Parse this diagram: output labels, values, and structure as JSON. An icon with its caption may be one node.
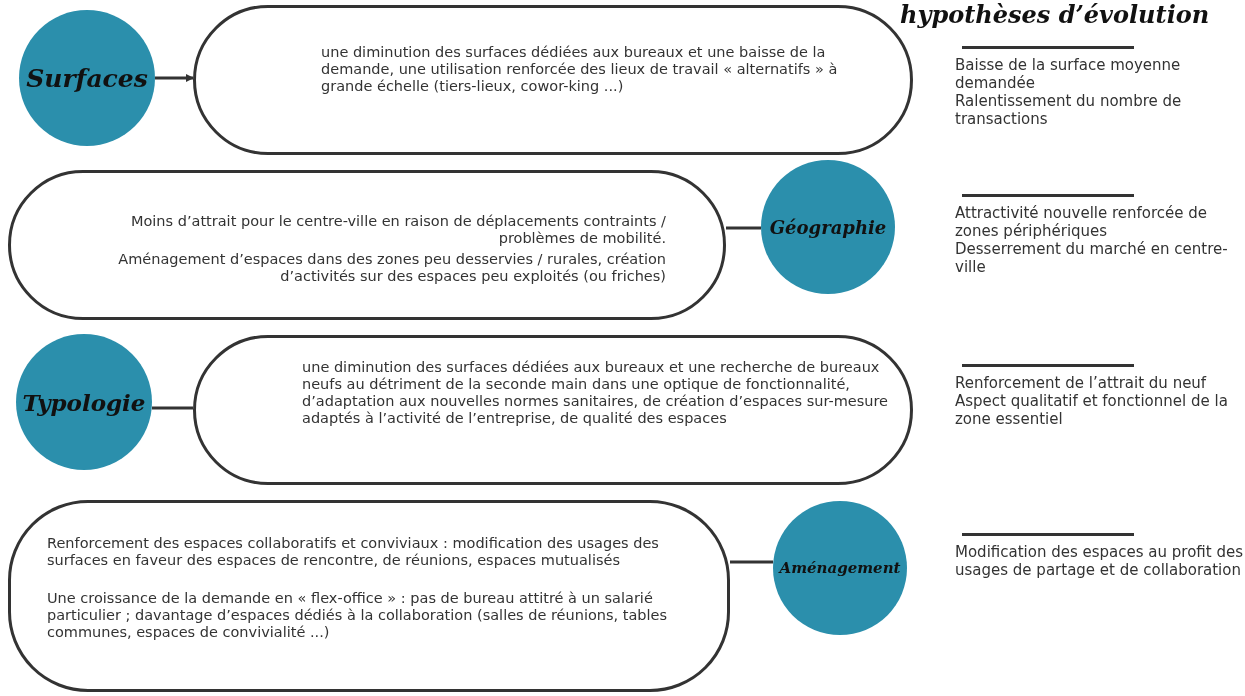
{
  "diagram": {
    "title": "hypothèses d’évolution",
    "nodes": [
      {
        "text": [
          "Surfaces"
        ]
      },
      {
        "text": [
          "une  diminution des surfaces dédiées aux bureaux et une baisse de la demande, une utilisation renforcée des lieux de travail «  alternatifs  » à grande échelle (tiers-lieux, cowor-king ...)"
        ]
      },
      {
        "text": [
          "Moins d’attrait pour le centre-ville en raison de déplacements contraints / problèmes de mobilité.",
          "Aménagement d’espaces dans des zones peu desservies / rurales, création d’activités sur des espaces peu exploités (ou friches)"
        ]
      },
      {
        "text": [
          "Géographie"
        ]
      },
      {
        "text": [
          "Typologie"
        ]
      },
      {
        "text": [
          "une  diminution des surfaces dédiées aux bureaux et une recherche de bureaux neufs au détriment de la seconde main dans une optique de fonctionnalité, d’adaptation aux nouvelles normes sanitaires, de création d’espaces sur-mesure adaptés à l’activité de l’entreprise, de qualité des espaces"
        ]
      },
      {
        "text": [
          "Renforcement des espaces collaboratifs et conviviaux : modification des usages des surfaces en faveur des espaces de rencontre, de réunions, espaces mutualisés",
          "Une croissance de la demande en « flex-office » : pas de bureau attitré à un salarié particulier ; davantage d’espaces dédiés à la collaboration (salles de réunions, tables communes, espaces de convivialité ...)"
        ]
      },
      {
        "text": [
          "Aménagement"
        ]
      }
    ],
    "edges": [
      {
        "from": 0,
        "to": 1,
        "arrow": "to"
      },
      {
        "from": 2,
        "to": 3,
        "arrow": "none"
      },
      {
        "from": 4,
        "to": 5,
        "arrow": "none"
      },
      {
        "from": 6,
        "to": 7,
        "arrow": "none"
      }
    ],
    "labels": [
      "Baisse de la surface moyenne demandée",
      "Ralentissement du nombre de transactions",
      "Attractivité nouvelle renforcée de zones périphériques",
      "Desserrement du marché en centre-ville",
      "Renforcement de l’attrait du neuf",
      "Aspect qualitatif et fonctionnel de la zone essentiel",
      "Modification des espaces au profit des usages de partage et de collaboration"
    ]
  }
}
